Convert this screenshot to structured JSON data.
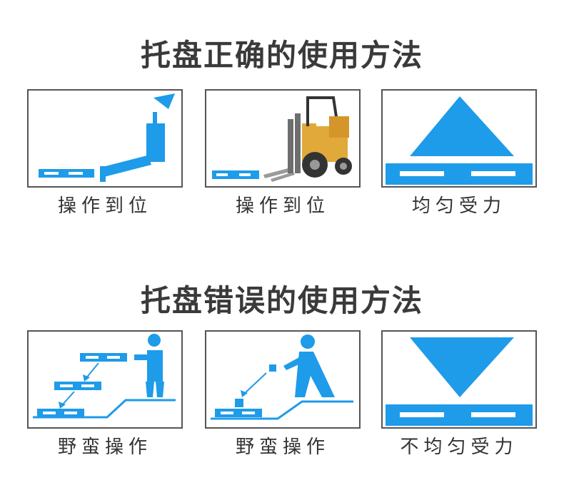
{
  "sections": {
    "correct": {
      "title": "托盘正确的使用方法",
      "captions": [
        "操作到位",
        "操作到位",
        "均匀受力"
      ]
    },
    "wrong": {
      "title": "托盘错误的使用方法",
      "captions": [
        "野蛮操作",
        "野蛮操作",
        "不均匀受力"
      ]
    }
  },
  "colors": {
    "accent": "#1e9be9",
    "forklift": "#e0a93a",
    "text": "#333333"
  }
}
